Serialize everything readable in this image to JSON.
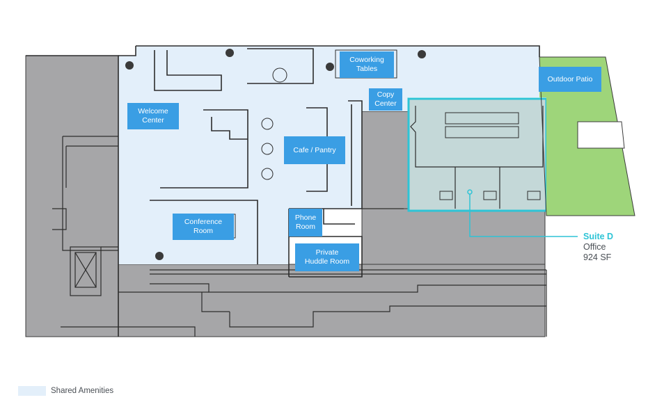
{
  "rooms": {
    "welcome_center": "Welcome\nCenter",
    "coworking_tables": "Coworking\nTables",
    "copy_center": "Copy\nCenter",
    "outdoor_patio": "Outdoor Patio",
    "cafe_pantry": "Cafe / Pantry",
    "conference_room": "Conference\nRoom",
    "phone_room": "Phone\nRoom",
    "private_huddle_room": "Private\nHuddle Room"
  },
  "suite": {
    "name": "Suite D",
    "use": "Office",
    "area": "924 SF"
  },
  "legend": {
    "shared_amenities": "Shared Amenities"
  },
  "colors": {
    "shared_amenities_fill": "#e3effa",
    "label_bg": "#3a9ee4",
    "suite_outline": "#2ec4d6",
    "suite_fill": "#c4d8d8",
    "patio_green": "#9ed57a",
    "unleased_gray": "#a6a6a8",
    "wall": "#3a3a3a"
  }
}
